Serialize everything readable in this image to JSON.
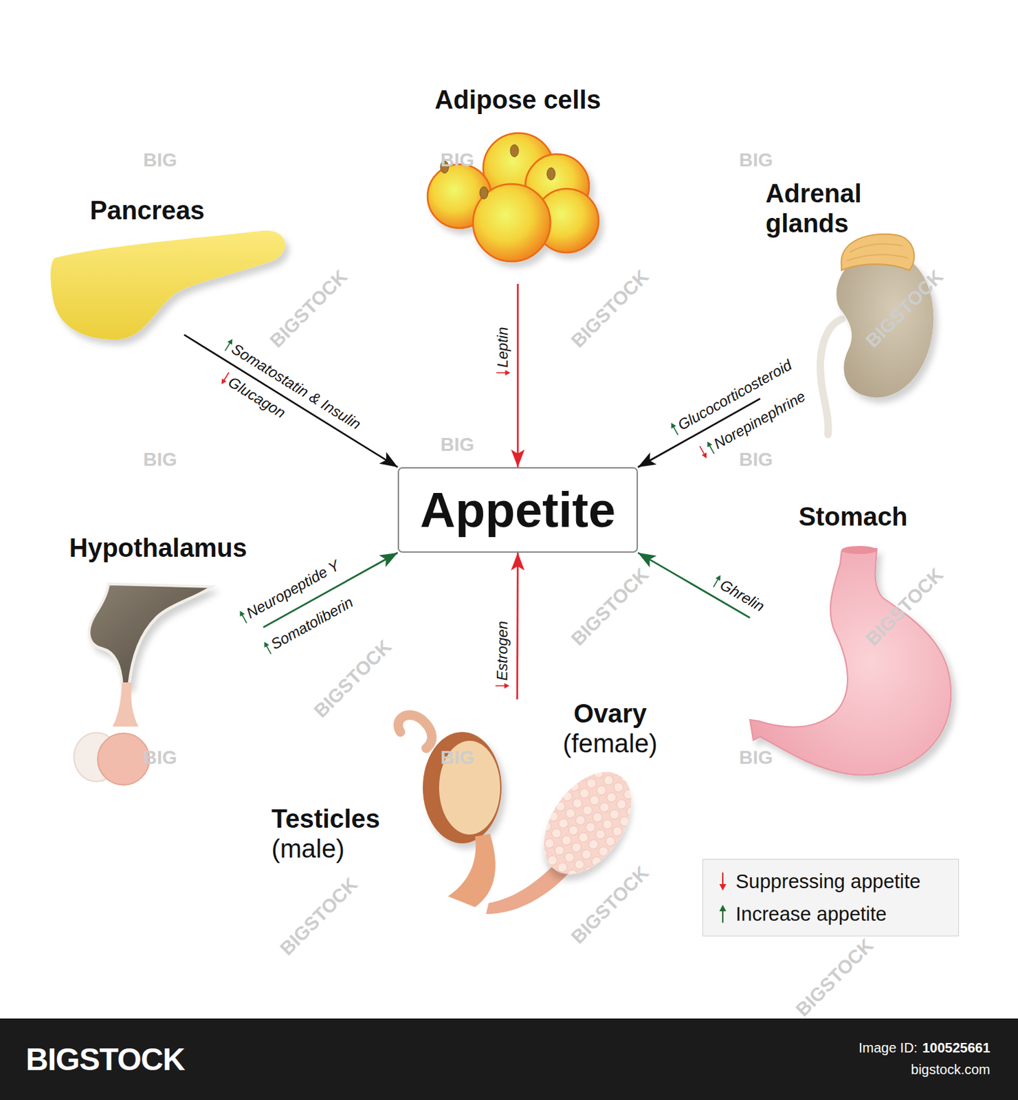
{
  "diagram": {
    "nodes": [
      {
        "text": [
          "Adipose cells"
        ]
      },
      {
        "text": [
          "Pancreas"
        ]
      },
      {
        "text": [
          "Adrenal glands"
        ]
      },
      {
        "text": [
          "Appetite"
        ]
      },
      {
        "text": [
          "Stomach"
        ]
      },
      {
        "text": [
          "Hypothalamus"
        ]
      },
      {
        "text": [
          "Ovary",
          "(female)"
        ]
      },
      {
        "text": [
          "Testicles",
          "(male)"
        ]
      }
    ],
    "edges": [
      {
        "from": 0,
        "to": 3,
        "label": "Leptin",
        "arrow": "to"
      },
      {
        "from": 1,
        "to": 3,
        "label": "Somatostatin & Insulin",
        "arrow": "to"
      },
      {
        "from": 2,
        "to": 3,
        "label": "Glucocorticosteroid",
        "arrow": "to"
      },
      {
        "from": 5,
        "to": 3,
        "label": "Neuropeptide Y",
        "arrow": "to"
      },
      {
        "from": 4,
        "to": 3,
        "label": "Ghrelin",
        "arrow": "to"
      },
      {
        "from": 6,
        "to": 3,
        "label": "Estrogen",
        "arrow": "to"
      }
    ],
    "labels": [
      "Glucagon",
      "Norepinephrine",
      "Somatoliberin",
      "BIGSTOCK",
      "BIGSTOCK",
      "BIGSTOCK",
      "BIGSTOCK",
      "BIGSTOCK",
      "BIGSTOCK",
      "BIGSTOCK",
      "BIGSTOCK",
      "BIGSTOCK",
      "BIG",
      "BIG",
      "BIG",
      "BIG",
      "BIG",
      "BIG",
      "BIG",
      "BIG",
      "BIG",
      "BIGSTOCK",
      "Image ID:",
      "100525661",
      "bigstock.com"
    ],
    "legend": [
      {
        "text": "Suppressing appetite"
      },
      {
        "text": "Increase appetite"
      }
    ]
  }
}
